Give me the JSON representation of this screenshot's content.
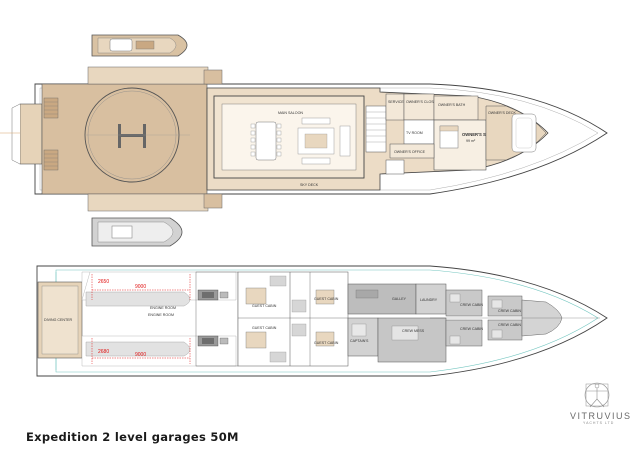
{
  "caption": "Expedition 2 level garages 50M",
  "brand": {
    "name": "VITRUVIUS",
    "sub": "YACHTS LTD"
  },
  "upper_deck": {
    "main_saloon": "MAIN SALOON",
    "owners_suite": "OWNER'S SUITE",
    "owners_suite_area": "99 m²",
    "owners_deck": "OWNER'S DECK",
    "owners_office": "OWNER'S OFFICE",
    "tv_room": "TV ROOM",
    "owners_closet": "OWNER'S CLOSET",
    "owners_bath": "OWNER'S BATH",
    "sky_deck": "SKY DECK",
    "service_area": "SERVICE AREA"
  },
  "lower_deck": {
    "diving_center": "DIVING CENTER",
    "engine_room_top": "ENGINE ROOM",
    "engine_room_bottom": "ENGINE ROOM",
    "dim_width": "9000",
    "dim_height_top": "2650",
    "dim_height_bottom": "2680",
    "guest_cabin": "GUEST CABIN",
    "galley": "GALLEY",
    "laundry": "LAUNDRY",
    "captains": "CAPTAIN'S",
    "crew_mess": "CREW MESS",
    "crew_cabin": "CREW CABIN"
  },
  "colors": {
    "wood": "#d8bfa0",
    "wood_dark": "#c9a882",
    "hull_line": "#444444",
    "gray_room": "#bdbdbd",
    "water_line": "#74c6c0",
    "dimension": "#e01010"
  }
}
